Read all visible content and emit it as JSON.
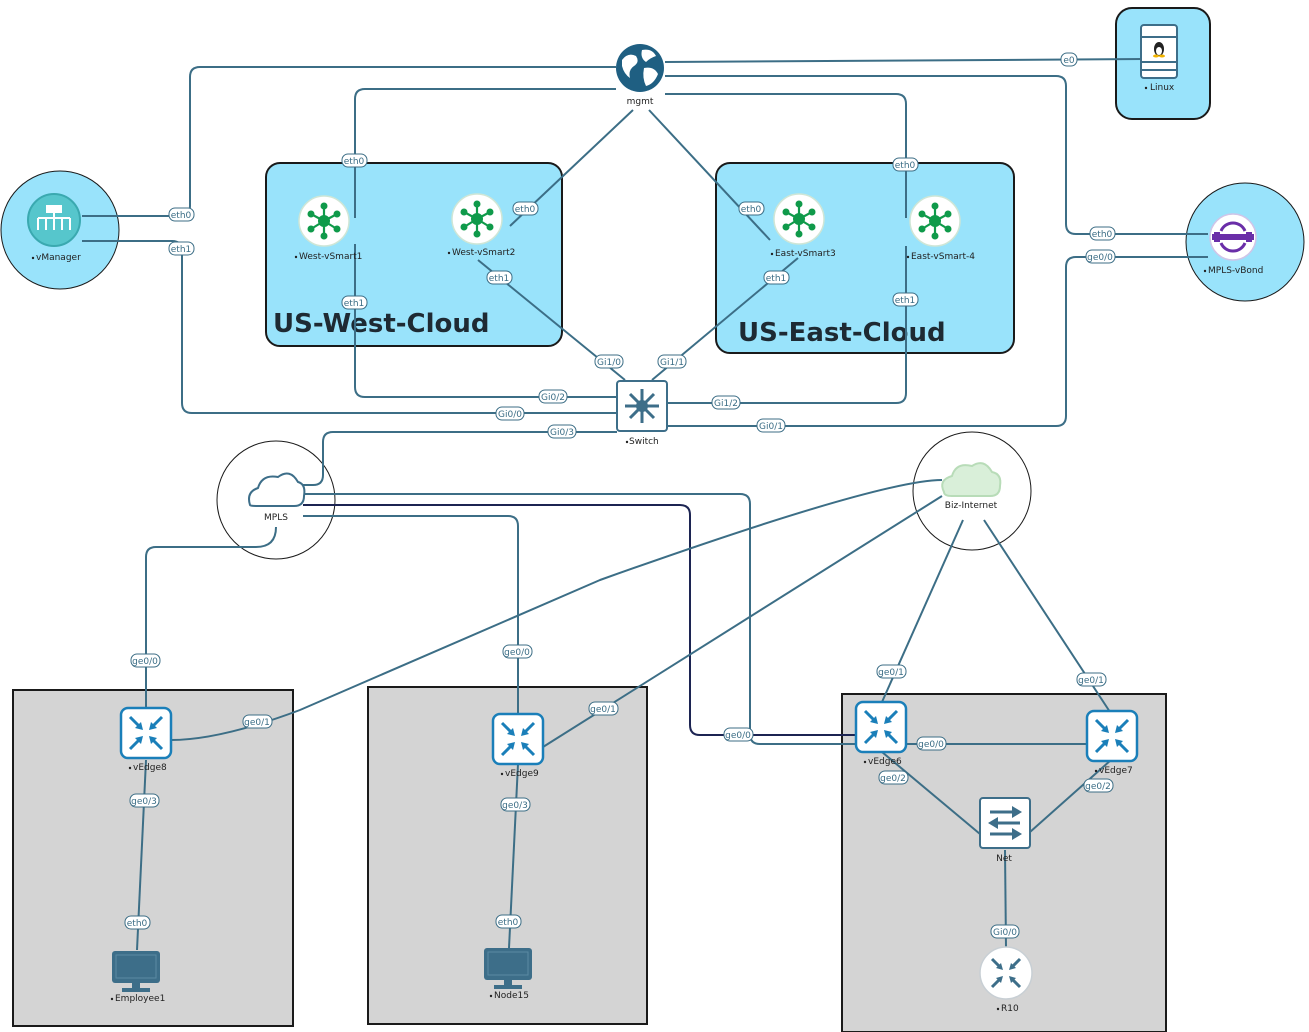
{
  "groups": {
    "us_west": "US-West-Cloud",
    "us_east": "US-East-Cloud"
  },
  "nodes": {
    "mgmt": "mgmt",
    "linux": "Linux",
    "vmanager": "vManager",
    "west_vsmart1": "West-vSmart1",
    "west_vsmart2": "West-vSmart2",
    "east_vsmart3": "East-vSmart3",
    "east_vsmart4": "East-vSmart-4",
    "mpls_vbond": "MPLS-vBond",
    "switch": "Switch",
    "mpls": "MPLS",
    "biz_internet": "Biz-Internet",
    "vedge8": "vEdge8",
    "vedge9": "vEdge9",
    "vedge6": "vEdge6",
    "vedge7": "vEdge7",
    "net": "Net",
    "employee1": "Employee1",
    "node15": "Node15",
    "r10": "R10"
  },
  "interfaces": {
    "linux_e0": "e0",
    "vmanager_eth0": "eth0",
    "vmanager_eth1": "eth1",
    "ws1_eth0": "eth0",
    "ws1_eth1": "eth1",
    "ws2_eth0": "eth0",
    "ws2_eth1": "eth1",
    "es3_eth0": "eth0",
    "es3_eth1": "eth1",
    "es4_eth0": "eth0",
    "es4_eth1": "eth1",
    "vbond_eth0": "eth0",
    "vbond_ge00": "ge0/0",
    "sw_gi10": "Gi1/0",
    "sw_gi11": "Gi1/1",
    "sw_gi02": "Gi0/2",
    "sw_gi12": "Gi1/2",
    "sw_gi00": "Gi0/0",
    "sw_gi03": "Gi0/3",
    "sw_gi01": "Gi0/1",
    "ve8_ge00": "ge0/0",
    "ve8_ge01": "ge0/1",
    "ve8_ge03": "ge0/3",
    "emp_eth0": "eth0",
    "ve9_ge00": "ge0/0",
    "ve9_ge01": "ge0/1",
    "ve9_ge03": "ge0/3",
    "n15_eth0": "eth0",
    "ve6_ge00": "ge0/0",
    "ve6_ge01": "ge0/1",
    "ve6_ge02": "ge0/2",
    "ve6_ge00b": "ge0/0",
    "ve7_ge01": "ge0/1",
    "ve7_ge02": "ge0/2",
    "r10_gi00": "Gi0/0"
  },
  "colors": {
    "cloud_fill": "#99e3fb",
    "site_fill": "#d4d4d4",
    "link": "#3c6e86",
    "link_dark": "#1c2452",
    "vsmart_green": "#0f9a4a",
    "router_blue": "#1a7fb9"
  }
}
